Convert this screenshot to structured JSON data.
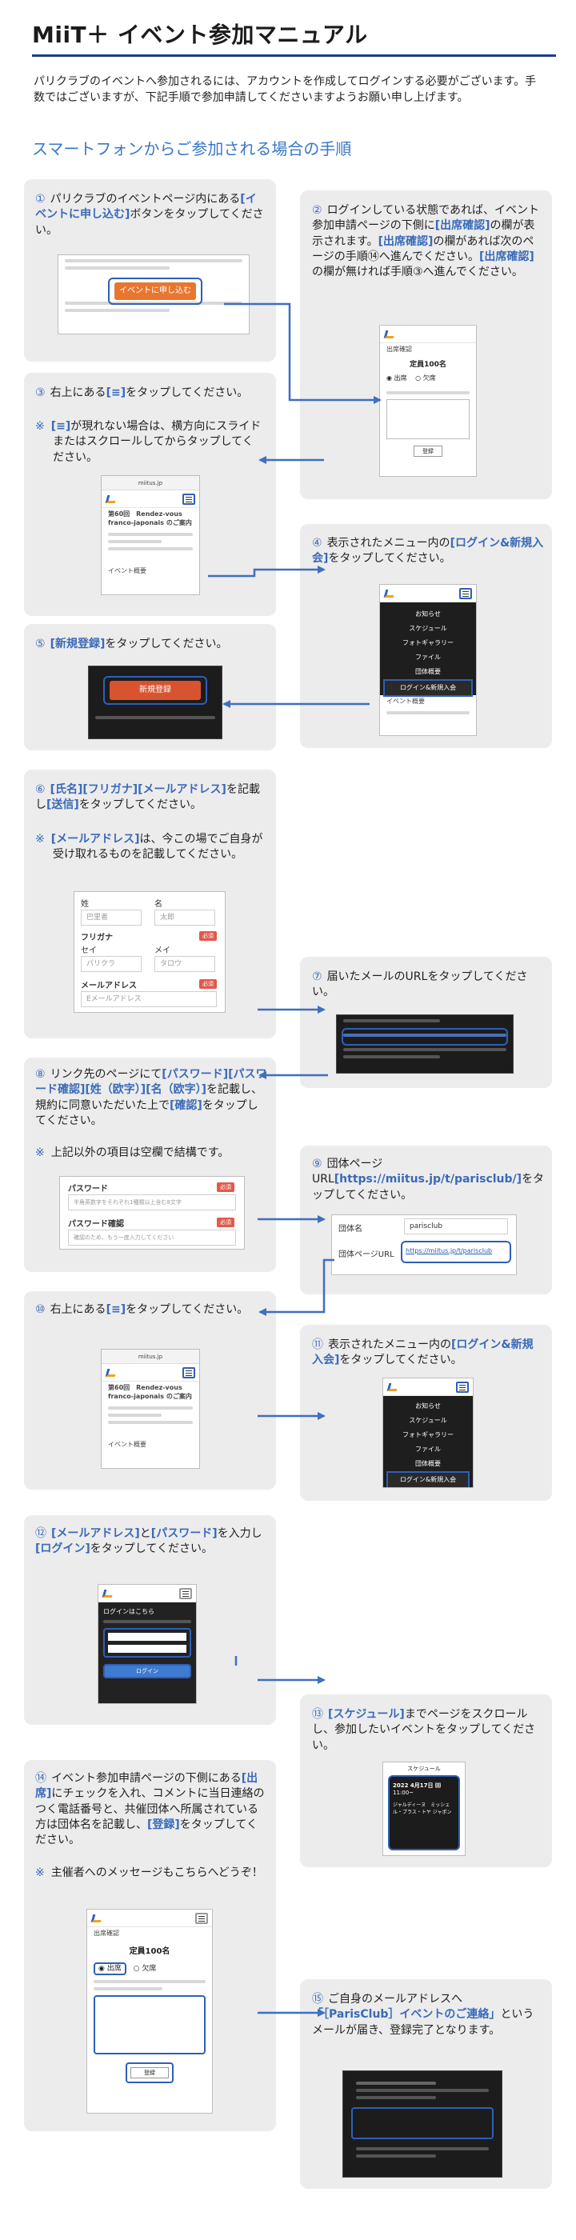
{
  "header": {
    "title": "MiiT＋ イベント参加マニュアル"
  },
  "intro": "パリクラブのイベントへ参加されるには、アカウントを作成してログインする必要がございます。手数ではございますが、下記手順で参加申請してくださいますようお願い申し上げます。",
  "section_title": "スマートフォンからご参加される場合の手順",
  "colors": {
    "accent": "#3a6ab8",
    "heading_blue": "#3a78c8",
    "arrow": "#3f6fbe",
    "card_bg": "#ececec",
    "orange": "#e9762f"
  },
  "steps": {
    "s1": {
      "num": "①",
      "t1": "パリクラブのイベントページ内にある",
      "h1": "[イベントに申し込む]",
      "t2": "ボタンをタップしてください。",
      "btn": "イベントに申し込む"
    },
    "s2": {
      "num": "②",
      "t1": "ログインしている状態であれば、イベント参加申請ページの下側に",
      "h1": "[出席確認]",
      "t2": "の欄が表示されます。",
      "h2": "[出席確認]",
      "t3": "の欄があれば次のページの手順⑭へ進んでください。",
      "h3": "[出席確認]",
      "t4": "の欄が無ければ手順③へ進んでください。",
      "shot_heading": "出席確認",
      "shot_title": "定員100名",
      "opt1": "出席",
      "opt2": "欠席",
      "shot_button": "登録"
    },
    "s3": {
      "num": "③",
      "t1": "右上にある",
      "h1": "[≡]",
      "t2": "をタップしてください。",
      "note_mark": "※",
      "n1": "[≡]",
      "n2": "が現れない場合は、横方向にスライドまたはスクロールしてからタップしてください。",
      "shot_heading": "第60回　Rendez-vous franco-japonais のご案内",
      "shot_footer": "イベント概要"
    },
    "s4": {
      "num": "④",
      "t1": "表示されたメニュー内の",
      "h1": "[ログイン&新規入会]",
      "t2": "をタップしてください。",
      "menu": [
        "お知らせ",
        "スケジュール",
        "フォトギャラリー",
        "ファイル",
        "団体概要",
        "ログイン&新規入会"
      ],
      "shot_sub": "イベント概要"
    },
    "s5": {
      "num": "⑤",
      "h1": "[新規登録]",
      "t1": "をタップしてください。",
      "btn": "新規登録"
    },
    "s6": {
      "num": "⑥",
      "h1": "[氏名]",
      "h2": "[フリガナ]",
      "h3": "[メールアドレス]",
      "t1": "を記載し",
      "h4": "[送信]",
      "t2": "をタップしてください。",
      "note_mark": "※",
      "n_h": "[メールアドレス]",
      "n1": "は、今この場でご自身が受け取れるものを記載してください。",
      "f_sei": "姓",
      "f_mei": "名",
      "v_sei": "巴里者",
      "v_mei": "太郎",
      "f_furi": "フリガナ",
      "f_sei_k": "セイ",
      "f_mei_k": "メイ",
      "v_sei_k": "パリクラ",
      "v_mei_k": "タロウ",
      "f_mail": "メールアドレス",
      "v_mail": "Eメールアドレス",
      "req": "必須"
    },
    "s7": {
      "num": "⑦",
      "t1": "届いたメールのURLをタップしてください。"
    },
    "s8": {
      "num": "⑧",
      "t1": "リンク先のページにて",
      "h1": "[パスワード]",
      "h2": "[パスワード確認]",
      "h3": "[姓（欧字）]",
      "h4": "[名（欧字）]",
      "t2": "を記載し、規約に同意いただいた上で",
      "h5": "[確認]",
      "t3": "をタップしてください。",
      "note_mark": "※",
      "n1": "上記以外の項目は空欄で結構です。",
      "f_pw": "パスワード",
      "v_pw": "半角英数字をそれぞれ1種類以上含む8文字",
      "f_pw2": "パスワード確認",
      "v_pw2": "確認のため、もう一度入力してください",
      "req": "必須"
    },
    "s9": {
      "num": "⑨",
      "t1": "団体ページURL",
      "h1": "[https://miitus.jp/t/parisclub/]",
      "t2": "をタップしてください。",
      "lbl1": "団体名",
      "val1": "parisclub",
      "lbl2": "団体ページURL",
      "val2": "https://miitus.jp/t/parisclub"
    },
    "s10": {
      "num": "⑩",
      "t1": "右上にある",
      "h1": "[≡]",
      "t2": "をタップしてください。",
      "shot_heading": "第60回　Rendez-vous franco-japonais のご案内",
      "shot_footer": "イベント概要"
    },
    "s11": {
      "num": "⑪",
      "t1": "表示されたメニュー内の",
      "h1": "[ログイン&新規入会]",
      "t2": "をタップしてください。",
      "menu": [
        "お知らせ",
        "スケジュール",
        "フォトギャラリー",
        "ファイル",
        "団体概要",
        "ログイン&新規入会"
      ]
    },
    "s12": {
      "num": "⑫",
      "h1": "[メールアドレス]",
      "t1": "と",
      "h2": "[パスワード]",
      "t2": "を入力し",
      "h3": "[ログイン]",
      "t3": "をタップしてください。",
      "shot_title": "ログインはこちら",
      "shot_btn": "ログイン"
    },
    "s13": {
      "num": "⑬",
      "h1": "[スケジュール]",
      "t1": "までページをスクロールし、参加したいイベントをタップしてください。",
      "shot_title": "スケジュール",
      "shot_date": "2022 4月17日 ㈰",
      "shot_time": "11:00~",
      "shot_desc": "ジャルディーヌ　ミッシェル・ブラス・トヤ ジャポン"
    },
    "s14": {
      "num": "⑭",
      "t1": "イベント参加申請ページの下側にある",
      "h1": "[出席]",
      "t2": "にチェックを入れ、コメントに当日連絡のつく電話番号と、共催団体へ所属されている方は団体名を記載し、",
      "h2": "[登録]",
      "t3": "をタップしてください。",
      "note_mark": "※",
      "n1": "主催者へのメッセージもこちらへどうぞ！",
      "shot_heading": "出席確認",
      "shot_title": "定員100名",
      "opt1": "出席",
      "opt2": "欠席",
      "shot_button": "登録"
    },
    "s15": {
      "num": "⑮",
      "t1": "ご自身のメールアドレスへ",
      "h1": "「［ParisClub］イベントのご連絡」",
      "t2": "というメールが届き、登録完了となります。"
    }
  }
}
